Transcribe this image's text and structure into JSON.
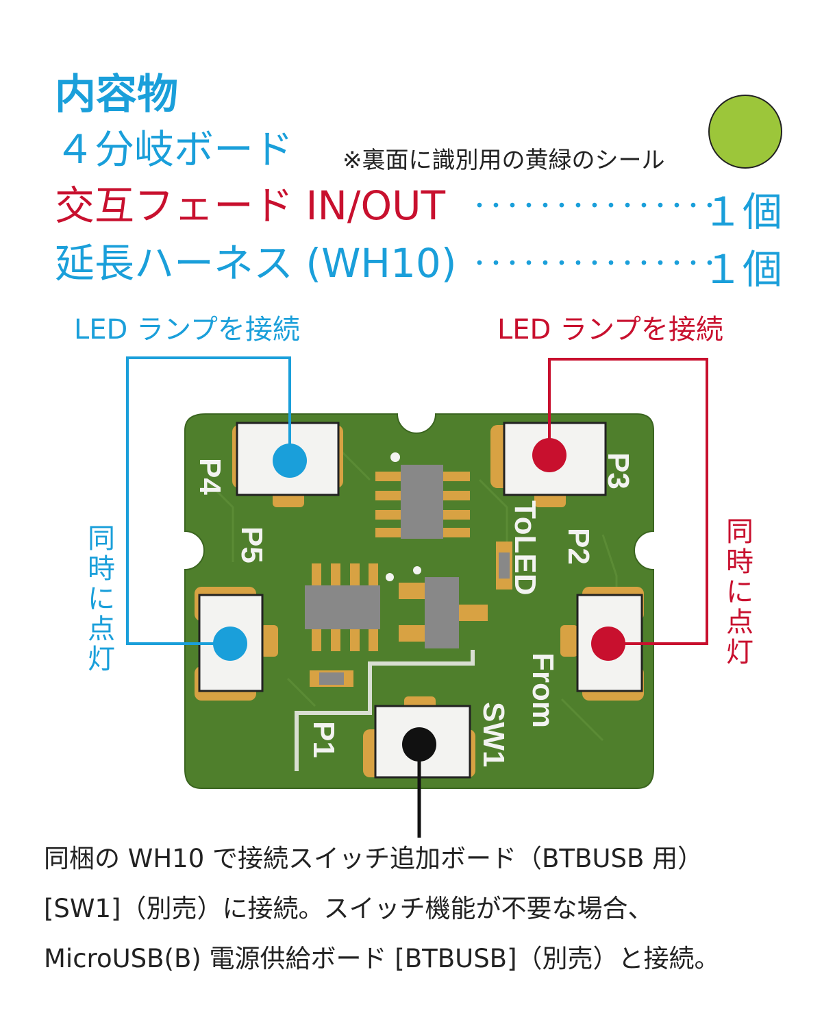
{
  "header": {
    "title": "内容物",
    "item1": "４分岐ボード",
    "note": "※裏面に識別用の黄緑のシール",
    "item2": "交互フェード IN/OUT",
    "item2_dots": "･･･････････････",
    "item2_qty": "１個",
    "item3": "延長ハーネス (WH10)",
    "item3_dots": "･･･････････････",
    "item3_qty": "１個"
  },
  "labels": {
    "left_top": "LED ランプを接続",
    "right_top": "LED ランプを接続",
    "left_side": "同時に点灯",
    "right_side": "同時に点灯"
  },
  "board": {
    "p1": "P1",
    "p2": "P2",
    "p3": "P3",
    "p4": "P4",
    "p5": "P5",
    "silk_toled": "ToLED",
    "silk_from": "From",
    "silk_sw1": "SW1"
  },
  "bottom": {
    "line1": "同梱の WH10 で接続スイッチ追加ボード（BTBUSB 用）",
    "line2": "[SW1]（別売）に接続。スイッチ機能が不要な場合、",
    "line3": "MicroUSB(B) 電源供給ボード [BTBUSB]（別売）と接続。"
  },
  "colors": {
    "cyan": "#1a9fda",
    "red": "#c8102e",
    "sticker": "#9cc63a",
    "pcb": "#4f7f2c",
    "pad": "#d8a243"
  }
}
